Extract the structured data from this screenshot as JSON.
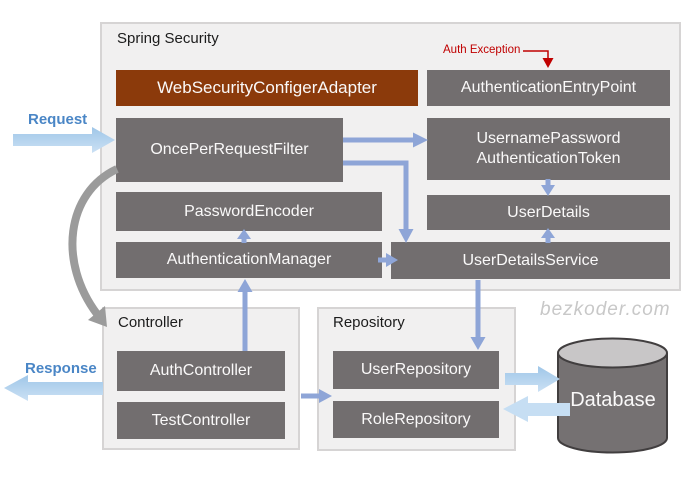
{
  "diagram": {
    "watermark": "bezkoder.com",
    "labels": {
      "request": "Request",
      "response": "Response",
      "auth_exception": "Auth Exception"
    },
    "groups": {
      "spring_security": {
        "title": "Spring Security"
      },
      "controller": {
        "title": "Controller"
      },
      "repository": {
        "title": "Repository"
      }
    },
    "nodes": {
      "web_security_configer_adapter": "WebSecurityConfigerAdapter",
      "authentication_entry_point": "AuthenticationEntryPoint",
      "once_per_request_filter": "OncePerRequestFilter",
      "username_password_token_line1": "UsernamePassword",
      "username_password_token_line2": "AuthenticationToken",
      "password_encoder": "PasswordEncoder",
      "user_details": "UserDetails",
      "authentication_manager": "AuthenticationManager",
      "user_details_service": "UserDetailsService",
      "auth_controller": "AuthController",
      "test_controller": "TestController",
      "user_repository": "UserRepository",
      "role_repository": "RoleRepository",
      "database": "Database"
    },
    "colors": {
      "node_gray": "#726E6F",
      "node_brown": "#8B3A0B",
      "connector_blue": "#8EA5D7",
      "block_arrow_blue": "#A9CDEC",
      "flow_label_blue": "#4A86C6",
      "exception_red": "#C00000",
      "curve_gray": "#9B9B9B",
      "group_fill": "#F1F0F0",
      "group_border": "#D6D4D4",
      "database_body": "#757172",
      "database_top": "#C8C6C7",
      "watermark_gray": "#C8C8C8"
    }
  }
}
